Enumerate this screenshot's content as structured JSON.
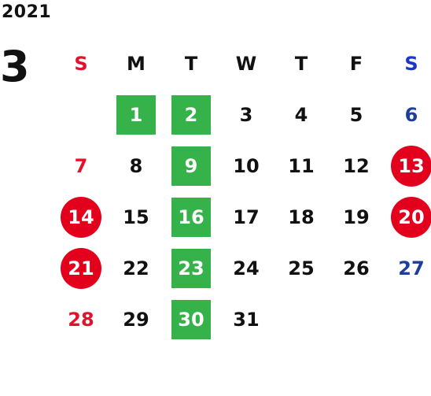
{
  "year": "2021",
  "month": "3",
  "weekdays": [
    "S",
    "M",
    "T",
    "W",
    "T",
    "F",
    "S"
  ],
  "weeks": [
    [
      "",
      "1",
      "2",
      "3",
      "4",
      "5",
      "6"
    ],
    [
      "7",
      "8",
      "9",
      "10",
      "11",
      "12",
      "13"
    ],
    [
      "14",
      "15",
      "16",
      "17",
      "18",
      "19",
      "20"
    ],
    [
      "21",
      "22",
      "23",
      "24",
      "25",
      "26",
      "27"
    ],
    [
      "28",
      "29",
      "30",
      "31",
      "",
      "",
      ""
    ]
  ],
  "green_marked_days": [
    "1",
    "2",
    "9",
    "16",
    "23",
    "30"
  ],
  "red_circled_days": [
    "13",
    "14",
    "20",
    "21"
  ],
  "colors": {
    "sunday": "#e4112a",
    "saturday": "#1c3f9a",
    "green_mark": "#35b34a",
    "red_mark": "#e2001d"
  }
}
